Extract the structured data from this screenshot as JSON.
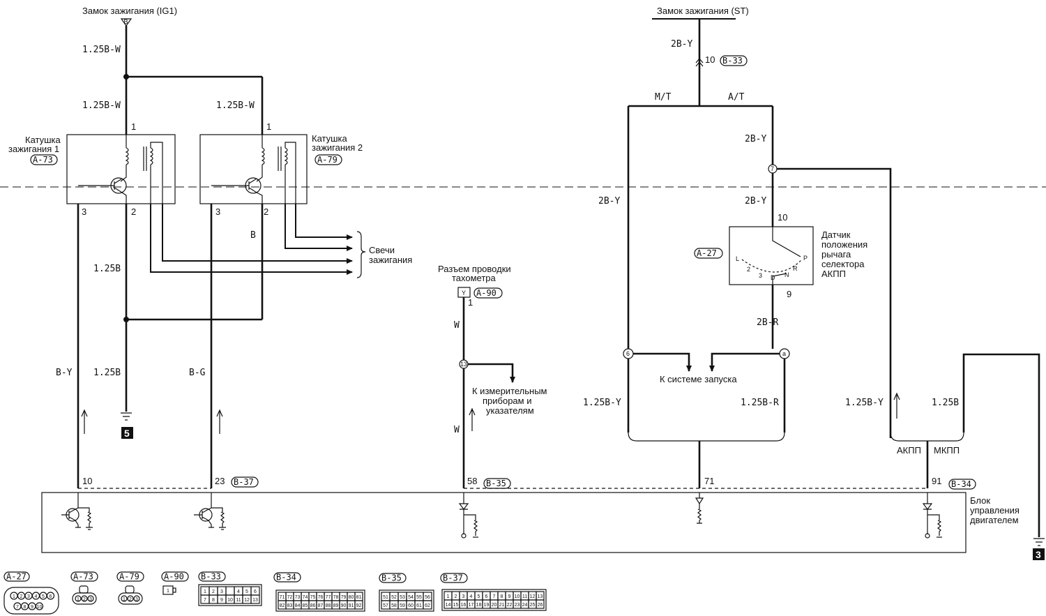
{
  "labels": {
    "ig1_title": "Замок зажигания (IG1)",
    "ig1_marker": "B",
    "st_title": "Замок зажигания (ST)",
    "coil1_l1": "Катушка",
    "coil1_l2": "зажигания 1",
    "coil2_l1": "Катушка",
    "coil2_l2": "зажигания 2",
    "spark_l1": "Свечи",
    "spark_l2": "зажигания",
    "tacho_l1": "Разъем проводки",
    "tacho_l2": "тахометра",
    "tacho_marker": "Y",
    "meters_l1": "К измерительным",
    "meters_l2": "приборам и",
    "meters_l3": "указателям",
    "sensor_l1": "Датчик",
    "sensor_l2": "положения",
    "sensor_l3": "рычага",
    "sensor_l4": "селектора",
    "sensor_l5": "АКПП",
    "starter": "К системе запуска",
    "ecu_l1": "Блок",
    "ecu_l2": "управления",
    "ecu_l3": "двигателем",
    "ground_5": "5",
    "ground_3": "3",
    "mt": "M/T",
    "at": "A/T",
    "akpp": "АКПП",
    "mkpp": "МКПП"
  },
  "selector_positions": [
    "L",
    "2",
    "3",
    "D",
    "N",
    "R",
    "P"
  ],
  "wires": {
    "w_ig1_top": "1.25B-W",
    "w_coil1_feed": "1.25B-W",
    "w_coil2_feed": "1.25B-W",
    "w_coil1_gnd": "1.25B",
    "w_coil2_gnd": "B",
    "w_gnd_lower": "1.25B",
    "w_by": "B-Y",
    "w_bg": "B-G",
    "w_tacho_1": "W",
    "w_tacho_2": "W",
    "w_st": "2B-Y",
    "w_at_upper": "2B-Y",
    "w_mt": "2B-Y",
    "w_sensor_in": "2B-Y",
    "w_sensor_out": "2B-R",
    "w_mt_lower": "1.25B-Y",
    "w_at_lower": "1.25B-R",
    "w_akpp": "1.25B-Y",
    "w_mkpp": "1.25B"
  },
  "pins": {
    "coil1_1": "1",
    "coil1_2": "2",
    "coil1_3": "3",
    "coil2_1": "1",
    "coil2_2": "2",
    "coil2_3": "3",
    "st_10": "10",
    "sensor_10": "10",
    "sensor_9": "9",
    "tacho_1": "1",
    "ecu_10": "10",
    "ecu_23": "23",
    "ecu_58": "58",
    "ecu_71": "71",
    "ecu_91": "91"
  },
  "junctions": {
    "j_7": "7",
    "j_13": "13",
    "j_6": "6",
    "j_a": "a"
  },
  "connector_refs": {
    "a73": "A-73",
    "a79": "A-79",
    "a27": "A-27",
    "a90": "A-90",
    "b33": "B-33",
    "b37": "B-37",
    "b35": "B-35",
    "b34": "B-34"
  },
  "legend": {
    "a27": {
      "label": "A-27",
      "top": [
        "1",
        "2",
        "3",
        "4",
        "5",
        "6"
      ],
      "bottom": [
        "7",
        "8",
        "9",
        "10"
      ]
    },
    "a73": {
      "label": "A-73",
      "pins": [
        "1",
        "2",
        "3"
      ]
    },
    "a79": {
      "label": "A-79",
      "pins": [
        "1",
        "2",
        "3"
      ]
    },
    "a90": {
      "label": "A-90",
      "pins": [
        "1"
      ]
    },
    "b33": {
      "label": "B-33",
      "top": [
        "1",
        "2",
        "3",
        "",
        "4",
        "5",
        "6"
      ],
      "bottom": [
        "7",
        "8",
        "9",
        "10",
        "11",
        "12",
        "13"
      ]
    },
    "b34": {
      "label": "B-34",
      "top": [
        "71",
        "72",
        "73",
        "74",
        "75",
        "76",
        "77",
        "78",
        "79",
        "80",
        "81"
      ],
      "bottom": [
        "82",
        "83",
        "84",
        "85",
        "86",
        "87",
        "88",
        "89",
        "90",
        "91",
        "92"
      ]
    },
    "b35": {
      "label": "B-35",
      "top": [
        "51",
        "52",
        "53",
        "54",
        "55",
        "56"
      ],
      "bottom": [
        "57",
        "58",
        "59",
        "60",
        "61",
        "62"
      ]
    },
    "b37": {
      "label": "B-37",
      "top": [
        "1",
        "2",
        "3",
        "4",
        "5",
        "6",
        "7",
        "8",
        "9",
        "10",
        "11",
        "12",
        "13"
      ],
      "bottom": [
        "14",
        "15",
        "16",
        "17",
        "18",
        "19",
        "20",
        "21",
        "22",
        "23",
        "24",
        "25",
        "26"
      ]
    }
  }
}
